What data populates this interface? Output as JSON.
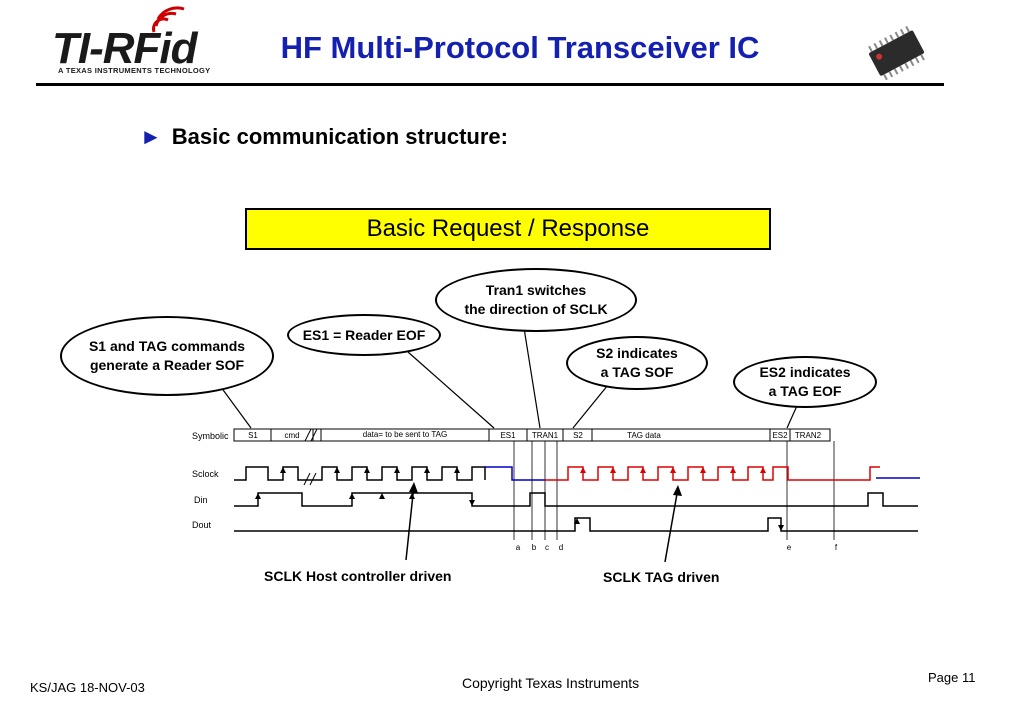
{
  "header": {
    "logo_text": "TI-RFid",
    "logo_subtext": "A TEXAS INSTRUMENTS TECHNOLOGY",
    "title": "HF Multi-Protocol Transceiver IC"
  },
  "bullet": {
    "text": "Basic communication structure:"
  },
  "banner": {
    "text": "Basic Request / Response"
  },
  "callouts": {
    "sof": "S1 and TAG commands\ngenerate a Reader SOF",
    "es1": "ES1 = Reader EOF",
    "tran1": "Tran1 switches\nthe direction of SCLK",
    "s2": "S2 indicates\na TAG SOF",
    "es2": "ES2 indicates\na TAG EOF"
  },
  "timing": {
    "row_labels": {
      "symbolic": "Symbolic",
      "sclock": "Sclock",
      "din": "Din",
      "dout": "Dout"
    },
    "fields": {
      "s1": "S1",
      "cmd": "cmd",
      "data": "data= to be sent to TAG",
      "es1": "ES1",
      "tran1": "TRAN1",
      "s2": "S2",
      "tag_data": "TAG data",
      "es2": "ES2",
      "tran2": "TRAN2"
    },
    "markers": {
      "a": "a",
      "b": "b",
      "c": "c",
      "d": "d",
      "e": "e",
      "f": "f"
    },
    "colors": {
      "host": "#0000cc",
      "tag": "#dd0000",
      "line": "#000000"
    }
  },
  "labels": {
    "host_driven": "SCLK Host controller driven",
    "tag_driven": "SCLK TAG driven"
  },
  "footer": {
    "left": "KS/JAG  18-NOV-03",
    "center": "Copyright Texas Instruments",
    "page": "Page 11"
  }
}
